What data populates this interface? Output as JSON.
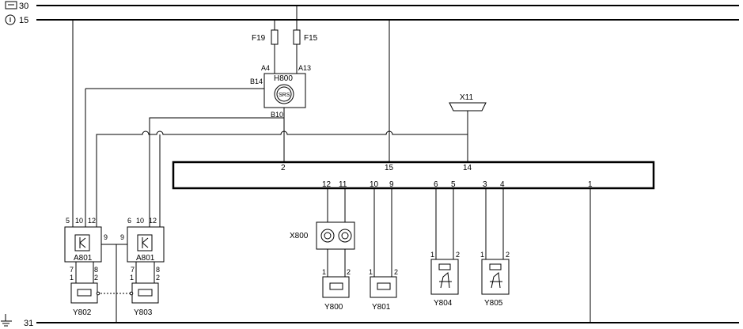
{
  "rails": {
    "top_label": "30",
    "second_label": "15",
    "bottom_label": "31"
  },
  "fuses": {
    "f19": "F19",
    "f15": "F15"
  },
  "srs_module": {
    "label": "H800",
    "icon_text": "SRS",
    "pin_a4": "A4",
    "pin_a13": "A13",
    "pin_b14": "B14",
    "pin_b10": "B10"
  },
  "connector": {
    "label": "X11"
  },
  "control_unit": {
    "pins": [
      "2",
      "15",
      "14",
      "12",
      "11",
      "10",
      "9",
      "6",
      "5",
      "3",
      "4",
      "1"
    ]
  },
  "clockspring": {
    "label": "X800"
  },
  "a801_left": {
    "label": "A801",
    "pins_top": [
      "5",
      "10",
      "12"
    ],
    "pin_9": "9",
    "pins_bottom": [
      "7",
      "8"
    ]
  },
  "a801_right": {
    "label": "A801",
    "pins_top": [
      "6",
      "10",
      "12"
    ],
    "pin_9": "9",
    "pins_bottom": [
      "7",
      "8"
    ]
  },
  "components": {
    "y802": "Y802",
    "y803": "Y803",
    "y800": "Y800",
    "y801": "Y801",
    "y804": "Y804",
    "y805": "Y805"
  },
  "terminal_pins": {
    "p1": "1",
    "p2": "2"
  }
}
